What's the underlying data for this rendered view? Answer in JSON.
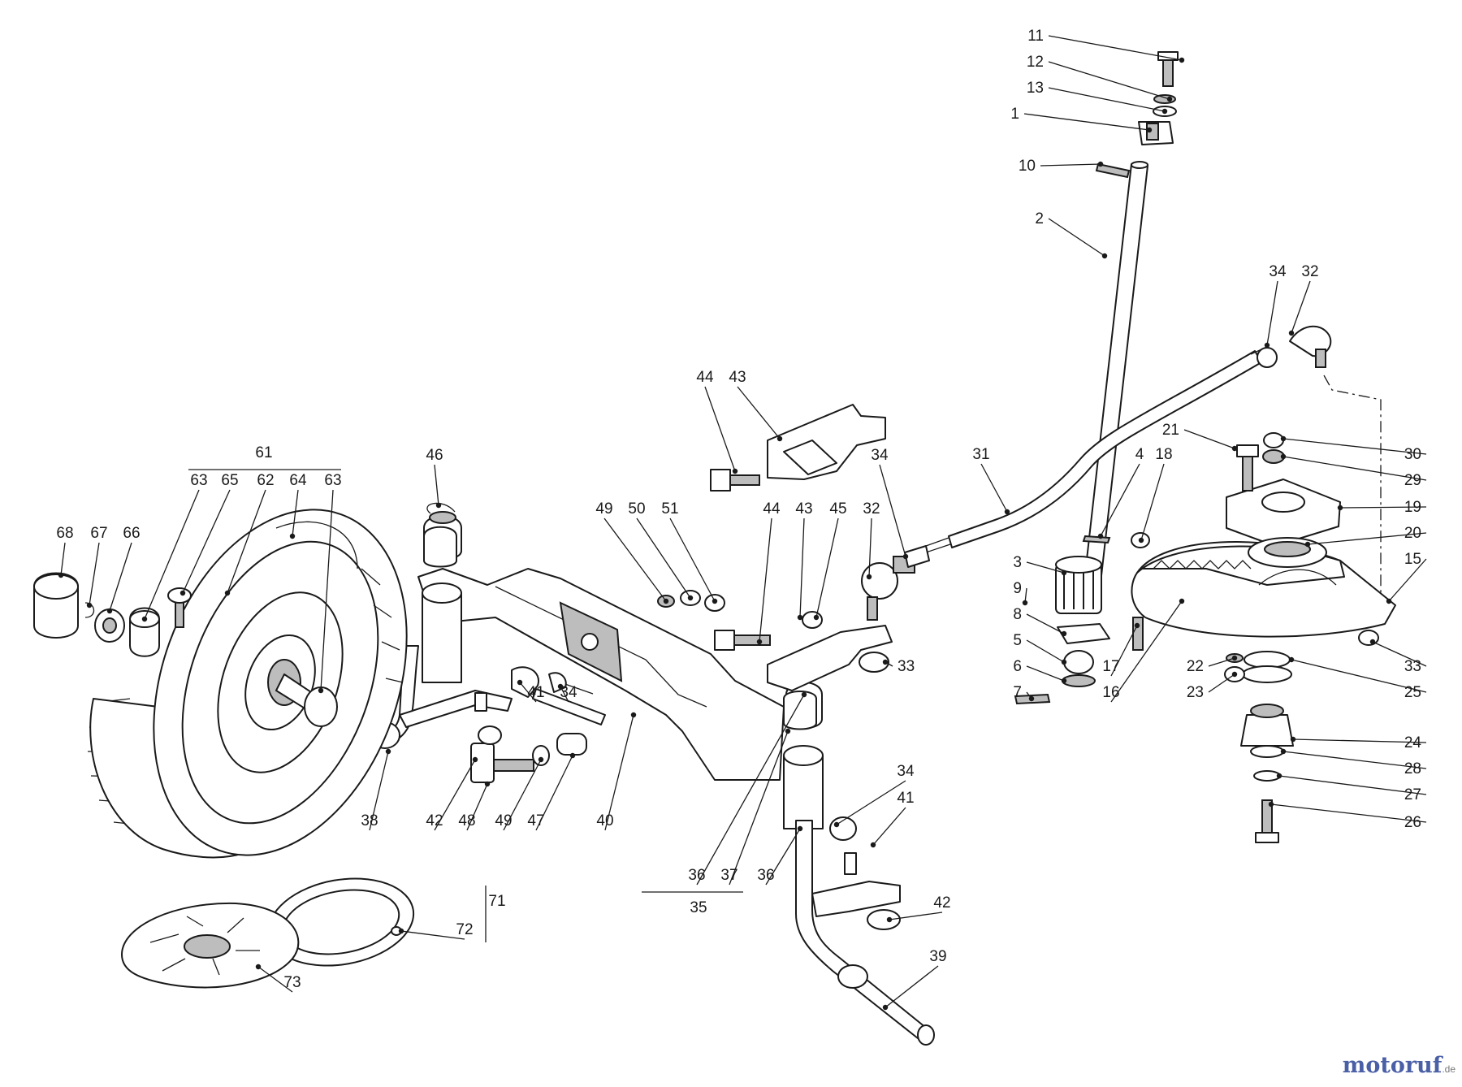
{
  "watermark": {
    "name": "motoruf",
    "suffix": ".de"
  },
  "callouts": [
    {
      "id": "c11",
      "text": "11"
    },
    {
      "id": "c12",
      "text": "12"
    },
    {
      "id": "c13",
      "text": "13"
    },
    {
      "id": "c1",
      "text": "1"
    },
    {
      "id": "c10",
      "text": "10"
    },
    {
      "id": "c2",
      "text": "2"
    },
    {
      "id": "c34a",
      "text": "34"
    },
    {
      "id": "c32a",
      "text": "32"
    },
    {
      "id": "c44a",
      "text": "44"
    },
    {
      "id": "c43a",
      "text": "43"
    },
    {
      "id": "c21",
      "text": "21"
    },
    {
      "id": "c30",
      "text": "30"
    },
    {
      "id": "c29",
      "text": "29"
    },
    {
      "id": "c19",
      "text": "19"
    },
    {
      "id": "c20",
      "text": "20"
    },
    {
      "id": "c15",
      "text": "15"
    },
    {
      "id": "c31",
      "text": "31"
    },
    {
      "id": "c4",
      "text": "4"
    },
    {
      "id": "c18",
      "text": "18"
    },
    {
      "id": "c3",
      "text": "3"
    },
    {
      "id": "c9",
      "text": "9"
    },
    {
      "id": "c8",
      "text": "8"
    },
    {
      "id": "c5",
      "text": "5"
    },
    {
      "id": "c6",
      "text": "6"
    },
    {
      "id": "c7",
      "text": "7"
    },
    {
      "id": "c17",
      "text": "17"
    },
    {
      "id": "c16",
      "text": "16"
    },
    {
      "id": "c22",
      "text": "22"
    },
    {
      "id": "c23",
      "text": "23"
    },
    {
      "id": "c25",
      "text": "25"
    },
    {
      "id": "c33b",
      "text": "33"
    },
    {
      "id": "c24",
      "text": "24"
    },
    {
      "id": "c28",
      "text": "28"
    },
    {
      "id": "c27",
      "text": "27"
    },
    {
      "id": "c26",
      "text": "26"
    },
    {
      "id": "c34b",
      "text": "34"
    },
    {
      "id": "c49a",
      "text": "49"
    },
    {
      "id": "c50",
      "text": "50"
    },
    {
      "id": "c51",
      "text": "51"
    },
    {
      "id": "c44b",
      "text": "44"
    },
    {
      "id": "c43b",
      "text": "43"
    },
    {
      "id": "c45",
      "text": "45"
    },
    {
      "id": "c32b",
      "text": "32"
    },
    {
      "id": "c33a",
      "text": "33"
    },
    {
      "id": "c46",
      "text": "46"
    },
    {
      "id": "c61",
      "text": "61"
    },
    {
      "id": "c63a",
      "text": "63"
    },
    {
      "id": "c65",
      "text": "65"
    },
    {
      "id": "c62",
      "text": "62"
    },
    {
      "id": "c64",
      "text": "64"
    },
    {
      "id": "c63b",
      "text": "63"
    },
    {
      "id": "c68",
      "text": "68"
    },
    {
      "id": "c67",
      "text": "67"
    },
    {
      "id": "c66",
      "text": "66"
    },
    {
      "id": "c41a",
      "text": "41"
    },
    {
      "id": "c34c",
      "text": "34"
    },
    {
      "id": "c38",
      "text": "38"
    },
    {
      "id": "c42a",
      "text": "42"
    },
    {
      "id": "c48",
      "text": "48"
    },
    {
      "id": "c49b",
      "text": "49"
    },
    {
      "id": "c47",
      "text": "47"
    },
    {
      "id": "c40",
      "text": "40"
    },
    {
      "id": "c36a",
      "text": "36"
    },
    {
      "id": "c37",
      "text": "37"
    },
    {
      "id": "c36b",
      "text": "36"
    },
    {
      "id": "c35",
      "text": "35"
    },
    {
      "id": "c34d",
      "text": "34"
    },
    {
      "id": "c41b",
      "text": "41"
    },
    {
      "id": "c42b",
      "text": "42"
    },
    {
      "id": "c39",
      "text": "39"
    },
    {
      "id": "c71",
      "text": "71"
    },
    {
      "id": "c72",
      "text": "72"
    },
    {
      "id": "c73",
      "text": "73"
    }
  ]
}
